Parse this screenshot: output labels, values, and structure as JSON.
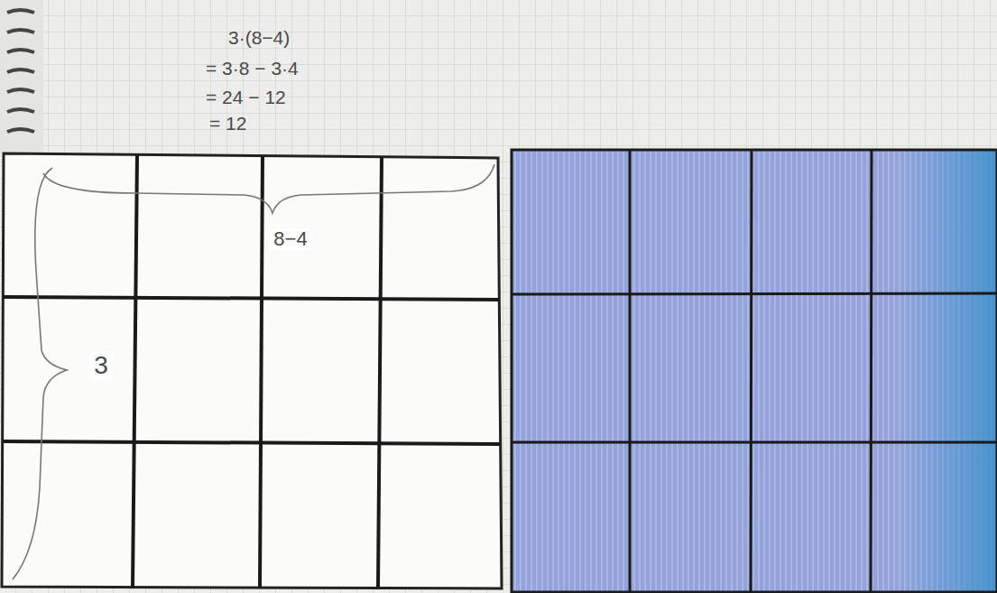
{
  "diagram": {
    "labels": [
      "3·(8−4)",
      "= 3·8 − 3·4",
      "= 24 − 12",
      "= 12",
      "8−4",
      "3"
    ]
  }
}
